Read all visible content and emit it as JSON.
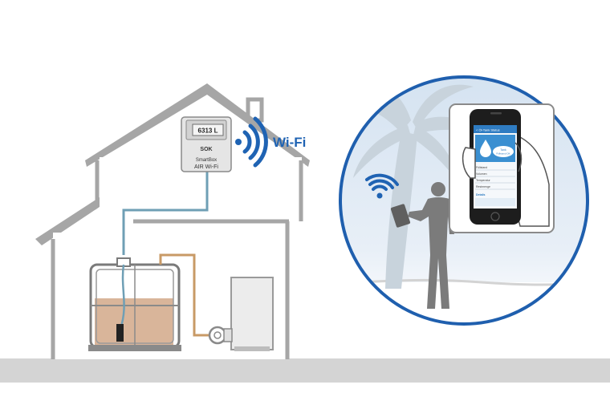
{
  "colors": {
    "house_outline": "#a6a6a6",
    "ground": "#cfcfcf",
    "tank_fill": "#d9b59a",
    "wifi_blue": "#1f63b3",
    "circle_border": "#1f5fae",
    "sky": "#dde8f3"
  },
  "smartbox": {
    "display_value": "6313 L",
    "brand": "SOK",
    "name_line1": "SmartBox",
    "name_line2": "AIR Wi-Fi"
  },
  "wifi_label": "Wi-Fi",
  "phone": {
    "header_text": "< Öl-Tank Status",
    "bubble_text1": "Tank",
    "bubble_text2": "Füllstand OK",
    "rows": [
      "Füllstand",
      "Volumen",
      "Temperatur",
      "Restmenge"
    ],
    "footer_label": "Details"
  },
  "icons": {
    "house": "house-outline",
    "wifi_house": "wifi-signal-icon",
    "wifi_person": "wifi-signal-icon",
    "person": "person-silhouette-icon",
    "palm": "palm-tree-icon",
    "tablet": "tablet-icon"
  }
}
